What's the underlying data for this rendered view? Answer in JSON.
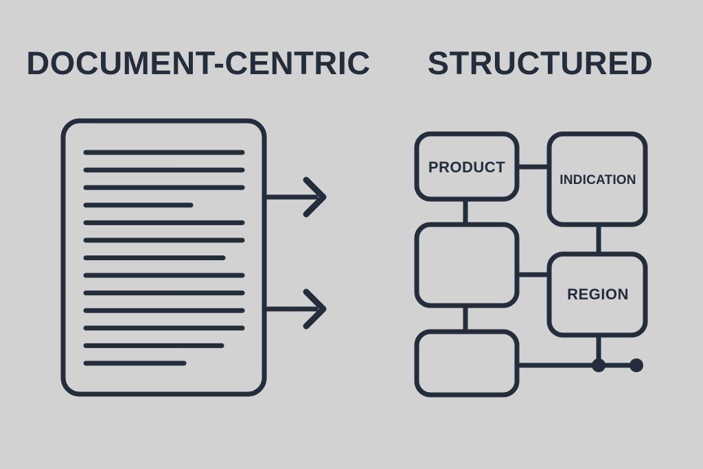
{
  "colors": {
    "background": "#d2d2d2",
    "ink": "#232d3b"
  },
  "left_panel": {
    "title": "DOCUMENT-CENTRIC",
    "document_icon": {
      "description": "document page with horizontal text lines",
      "line_widths": [
        228,
        228,
        228,
        153,
        228,
        228,
        200,
        228,
        228,
        228,
        228,
        198,
        143
      ]
    },
    "arrow_icons": [
      "arrow-right-icon",
      "arrow-right-icon"
    ]
  },
  "right_panel": {
    "title": "STRUCTURED",
    "nodes": [
      {
        "label": "PRODUCT"
      },
      {
        "label": "INDICATION"
      },
      {
        "label": ""
      },
      {
        "label": "REGION"
      },
      {
        "label": ""
      }
    ]
  }
}
